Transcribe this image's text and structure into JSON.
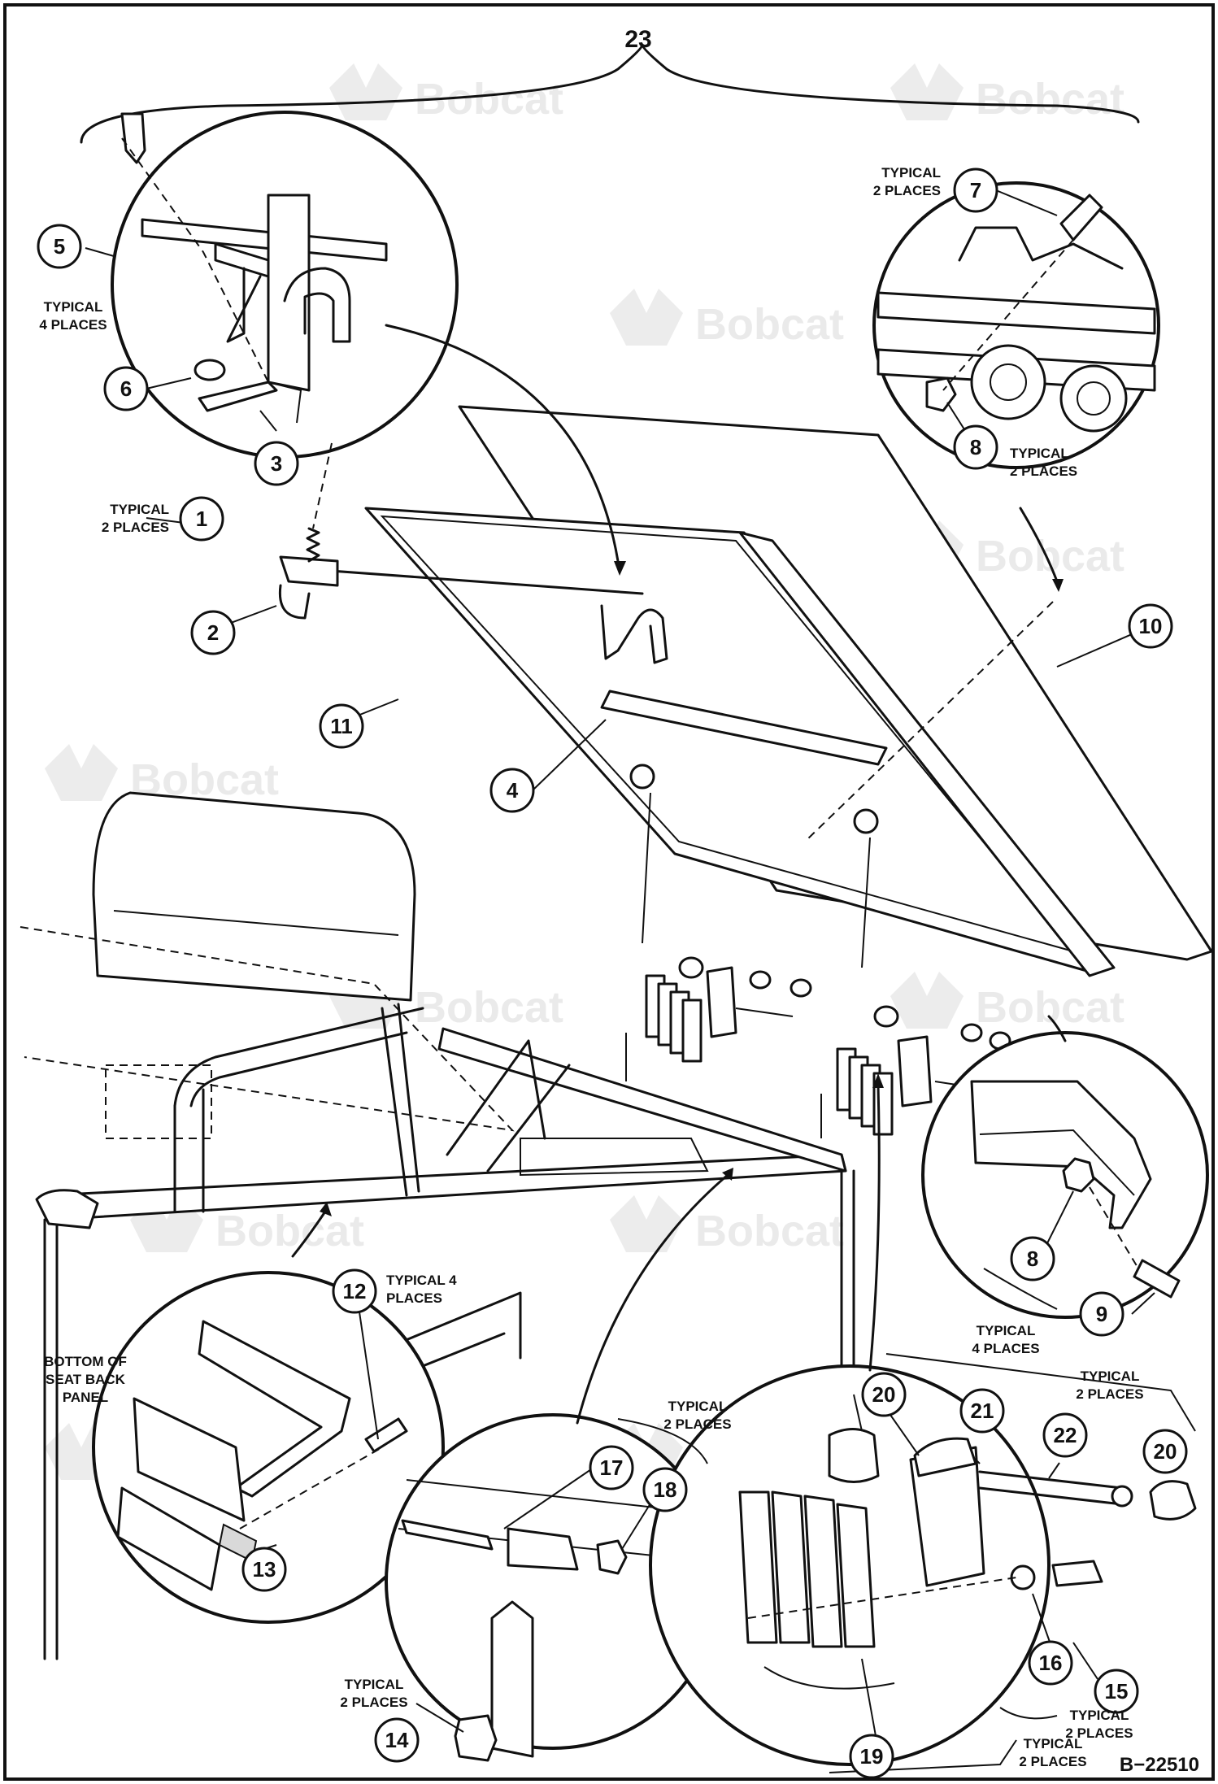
{
  "diagram": {
    "assembly_number": "23",
    "drawing_number": "B−22510",
    "watermark": "Bobcat",
    "callouts": [
      "1",
      "2",
      "3",
      "4",
      "5",
      "6",
      "7",
      "8",
      "9",
      "10",
      "11",
      "12",
      "13",
      "14",
      "15",
      "16",
      "17",
      "18",
      "19",
      "20",
      "21",
      "22"
    ],
    "notes": {
      "typ2": [
        "TYPICAL",
        "2 PLACES"
      ],
      "typ4": [
        "TYPICAL",
        "4 PLACES"
      ],
      "typ4_alt": [
        "TYPICAL 4",
        "PLACES"
      ],
      "seat_back": [
        "BOTTOM OF",
        "SEAT BACK",
        "PANEL"
      ]
    }
  }
}
